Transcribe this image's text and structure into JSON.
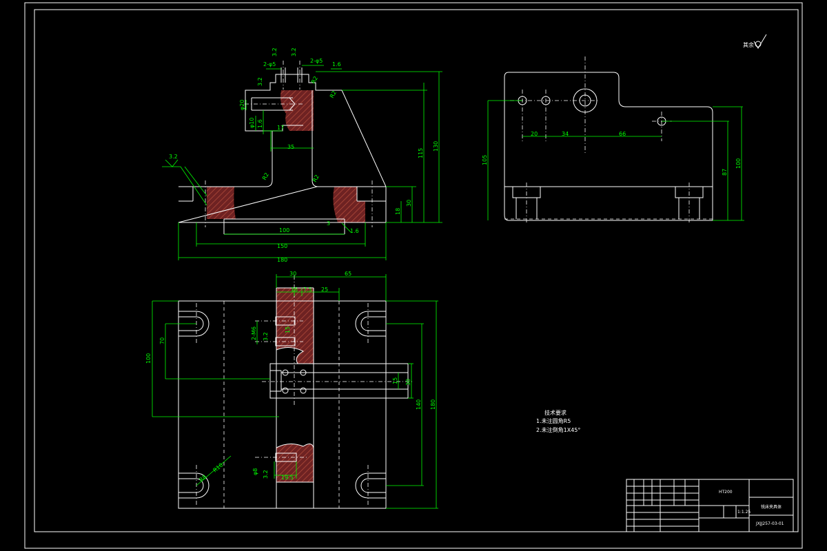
{
  "colors": {
    "background": "#000000",
    "outline": "#ffffff",
    "dimension": "#00ff00",
    "section": "#8b2b2b"
  },
  "front_view": {
    "dims": {
      "d100": "100",
      "d150": "150",
      "d180": "180",
      "d35": "35",
      "d17": "17",
      "d30": "30",
      "d18": "18",
      "d115": "115",
      "d130": "130",
      "d3": "3",
      "r2a": "R2",
      "r2b": "R2",
      "r2c": "R2",
      "r2d": "R2",
      "phi20": "φ20",
      "phi10": "φ10",
      "holes_a": "2-φ5",
      "holes_b": "2-φ5"
    },
    "roughness": {
      "r1": "3.2",
      "r2": "1.6",
      "r3": "3.2",
      "r4": "3.2",
      "r5": "3.2",
      "r6": "1.6",
      "r7": "1.6"
    }
  },
  "side_view": {
    "dims": {
      "d20": "20",
      "d34": "34",
      "d66": "66",
      "d105": "105",
      "d87": "87",
      "d100": "100"
    }
  },
  "top_view": {
    "dims": {
      "d30": "30",
      "d65": "65",
      "d15": "15",
      "d7_5": "7.5",
      "d25": "25",
      "d100": "100",
      "d70": "70",
      "d140": "140",
      "d180": "180",
      "d15b": "15",
      "d30b": "30",
      "holes": "2-M6",
      "d19_5": "19.5",
      "d15c": "15",
      "phi8": "φ8",
      "r_a": "R8",
      "r_b": "R10"
    },
    "roughness": {
      "r1": "3.2",
      "r2": "3.2"
    }
  },
  "surface_finish_note": {
    "label": "其余"
  },
  "tech_requirements": {
    "title": "技术要求",
    "items": [
      "1.未注圆角R5",
      "2.未注倒角1X45°"
    ]
  },
  "title_block": {
    "material": "HT200",
    "part_name": "铣床夹具体",
    "drawing_no": "JXJJ257-03-01",
    "scale": "1:1.25"
  }
}
